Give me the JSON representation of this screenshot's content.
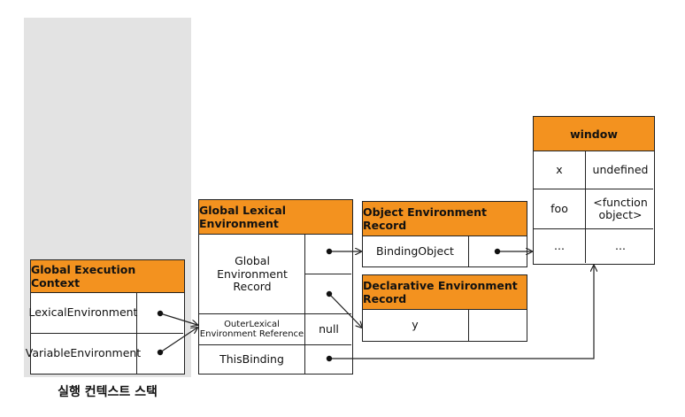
{
  "stack": {
    "caption": "실행 컨텍스트 스택"
  },
  "gec": {
    "title": "Global Execution Context",
    "rows": [
      "LexicalEnvironment",
      "VariableEnvironment"
    ]
  },
  "gle": {
    "title": "Global Lexical Environment",
    "record_label": "Global Environment Record",
    "outer_label": "OuterLexical Environment Reference",
    "outer_value": "null",
    "this_label": "ThisBinding"
  },
  "oer": {
    "title": "Object Environment Record",
    "row_label": "BindingObject"
  },
  "der": {
    "title": "Declarative Environment Record",
    "row_label": "y"
  },
  "window": {
    "title": "window",
    "rows": [
      {
        "key": "x",
        "value": "undefined"
      },
      {
        "key": "foo",
        "value": "<function object>"
      },
      {
        "key": "...",
        "value": "..."
      }
    ]
  },
  "colors": {
    "header": "#f3921f",
    "stack_bg": "#e3e3e3",
    "line": "#222222"
  }
}
